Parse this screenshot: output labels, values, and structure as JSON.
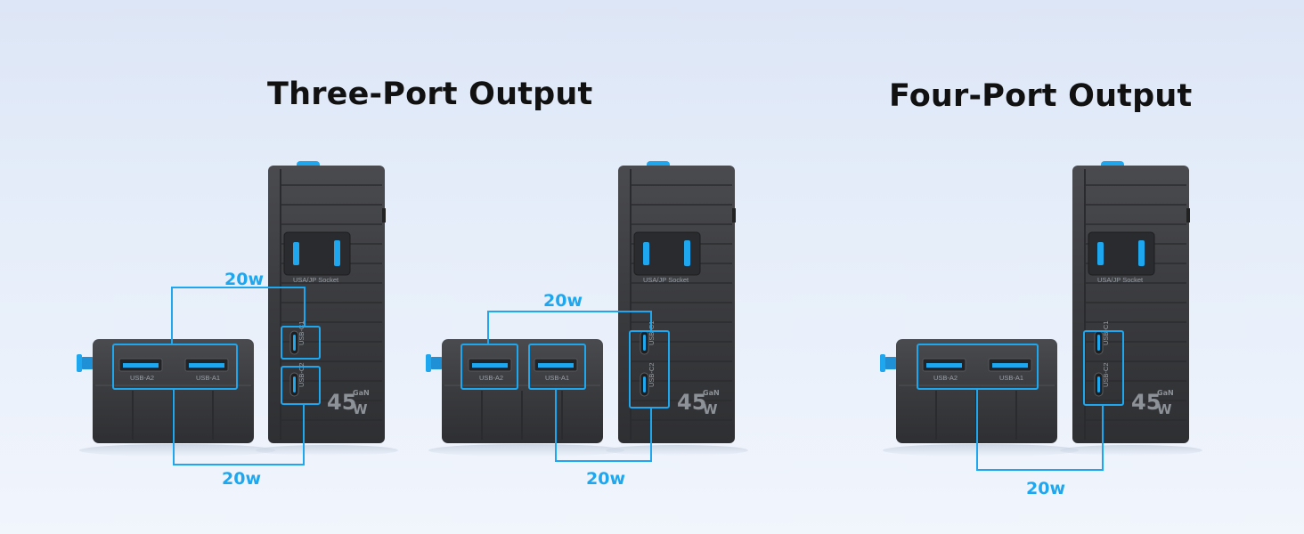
{
  "titles": {
    "left": "Three-Port Output",
    "right": "Four-Port Output"
  },
  "colors": {
    "accent": "#1ea7ef",
    "device_body": "#3a3b3e",
    "title_text": "#111111"
  },
  "device": {
    "socket_label": "USA/JP Socket",
    "wattage": "45",
    "wattage_unit": "W",
    "gan_label": "GaN",
    "usb_a1_label": "USB-A1",
    "usb_a2_label": "USB-A2",
    "usb_c1_label": "USB-C1",
    "usb_c2_label": "USB-C2"
  },
  "configs": [
    {
      "top_label": "20w",
      "bottom_label": "20w"
    },
    {
      "top_label": "20w",
      "bottom_label": "20w"
    },
    {
      "bottom_label": "20w"
    }
  ]
}
